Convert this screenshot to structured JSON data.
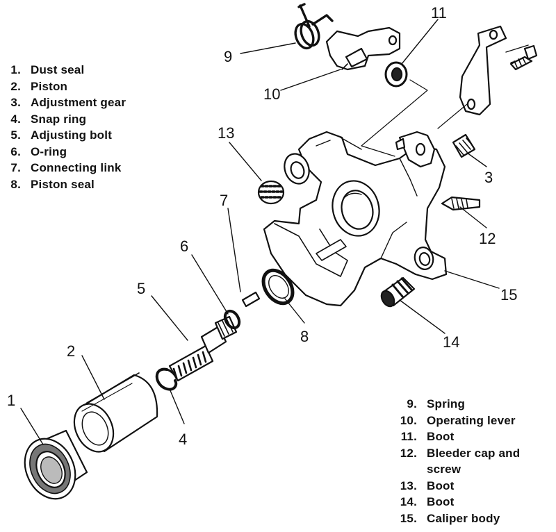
{
  "legend_left": [
    {
      "num": "1.",
      "label": "Dust seal"
    },
    {
      "num": "2.",
      "label": "Piston"
    },
    {
      "num": "3.",
      "label": "Adjustment gear"
    },
    {
      "num": "4.",
      "label": "Snap ring"
    },
    {
      "num": "5.",
      "label": "Adjusting bolt"
    },
    {
      "num": "6.",
      "label": "O-ring"
    },
    {
      "num": "7.",
      "label": "Connecting link"
    },
    {
      "num": "8.",
      "label": "Piston seal"
    }
  ],
  "legend_right": [
    {
      "num": "9.",
      "label": "Spring"
    },
    {
      "num": "10.",
      "label": "Operating lever"
    },
    {
      "num": "11.",
      "label": "Boot"
    },
    {
      "num": "12.",
      "label": "Bleeder cap and screw"
    },
    {
      "num": "13.",
      "label": "Boot"
    },
    {
      "num": "14.",
      "label": "Boot"
    },
    {
      "num": "15.",
      "label": "Caliper body"
    }
  ],
  "callouts": {
    "c1": "1",
    "c2": "2",
    "c3": "3",
    "c4": "4",
    "c5": "5",
    "c6": "6",
    "c7": "7",
    "c8": "8",
    "c9": "9",
    "c10": "10",
    "c11": "11",
    "c12": "12",
    "c13": "13",
    "c14": "14",
    "c15": "15"
  }
}
